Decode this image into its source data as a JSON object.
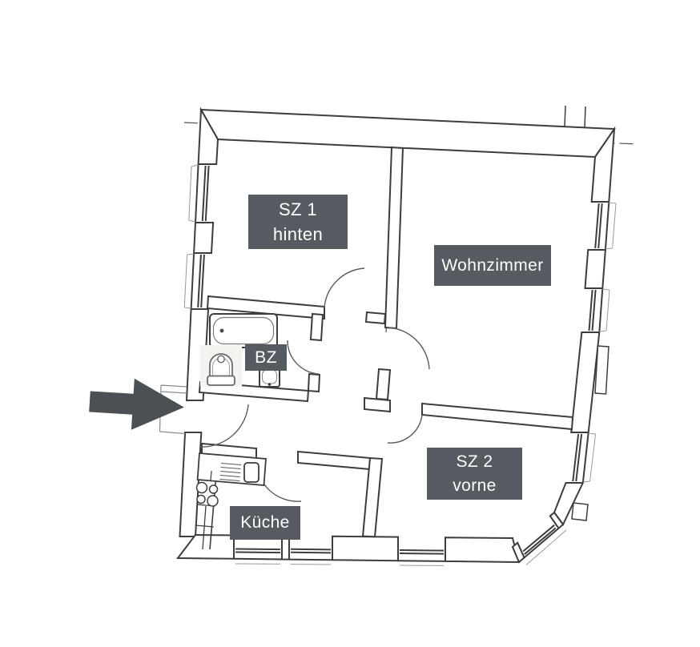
{
  "floorplan": {
    "colors": {
      "paper": "#ffffff",
      "wall_line": "#3b3d41",
      "label_bg": "#565b61",
      "label_text": "#ffffff",
      "arrow": "#4a5054"
    },
    "labels": {
      "sz1": {
        "line1": "SZ 1",
        "line2": "hinten"
      },
      "wohnzimmer": {
        "line1": "Wohnzimmer",
        "line2": ""
      },
      "bz": {
        "line1": "BZ",
        "line2": ""
      },
      "kueche": {
        "line1": "Küche",
        "line2": ""
      },
      "sz2": {
        "line1": "SZ 2",
        "line2": "vorne"
      }
    },
    "fixtures": [
      "bathtub",
      "toilet",
      "bathroom-sink",
      "kitchen-counter",
      "kitchen-sink",
      "stove"
    ],
    "arrow": {
      "direction": "right",
      "meaning": "entrance-pointer"
    }
  }
}
